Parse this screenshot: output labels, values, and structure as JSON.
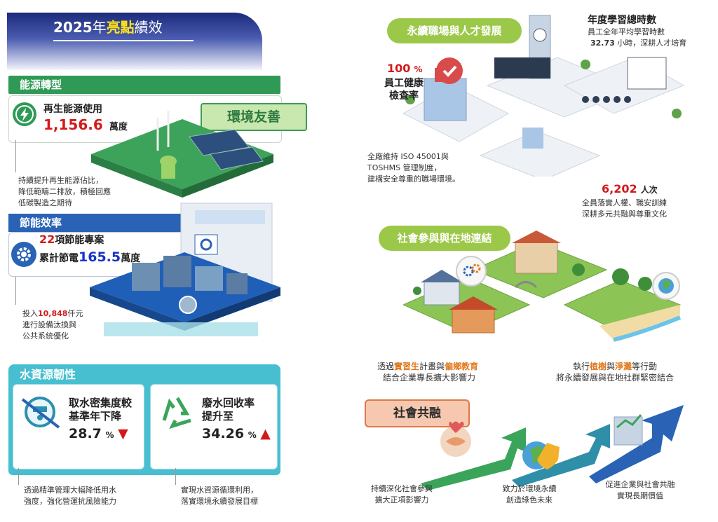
{
  "header": {
    "year": "2025",
    "title_a": "年",
    "title_b": "亮點",
    "title_c": "績效"
  },
  "energy": {
    "section_title": "能源轉型",
    "label": "再生能源使用",
    "value": "1,156.6",
    "unit": "萬度",
    "badge": "環境友善",
    "desc_1": "持續提升再生能源佔比，",
    "desc_2": "降低範疇二排放，積極回應",
    "desc_3": "低碳製造之期待"
  },
  "efficiency": {
    "section_title": "節能效率",
    "projects_value": "22",
    "projects_label": "項節能專案",
    "saving_label": "累計節電",
    "saving_value": "165.5",
    "saving_unit": "萬度",
    "desc_prefix": "投入",
    "desc_value": "10,848",
    "desc_suffix": "仟元",
    "desc_2": "進行設備汰換與",
    "desc_3": "公共系統優化"
  },
  "water": {
    "section_title": "水資源韌性",
    "left_title_1": "取水密集度較",
    "left_title_2": "基準年下降",
    "left_value": "28.7",
    "left_unit": "%",
    "right_title_1": "廢水回收率",
    "right_title_2": "提升至",
    "right_value": "34.26",
    "right_unit": "%",
    "desc_left_1": "透過精準管理大幅降低用水",
    "desc_left_2": "強度，強化營運抗風險能力",
    "desc_right_1": "實現水資源循環利用，",
    "desc_right_2": "落實環境永續發展目標"
  },
  "workplace": {
    "section_title": "永續職場與人才發展",
    "health_value": "100",
    "health_unit": "%",
    "health_label_1": "員工健康",
    "health_label_2": "檢查率",
    "hours_title": "年度學習總時數",
    "hours_line_1": "員工全年平均學習時數",
    "hours_value": "32.73",
    "hours_suffix": "小時，深耕人才培育",
    "iso_1": "全廠維持 ISO 45001與",
    "iso_2": "TOSHMS 管理制度，",
    "iso_3": "建構安全尊重的職場環境。",
    "training_value": "6,202",
    "training_unit": "人次",
    "training_1": "全員落實人權、職安訓練",
    "training_2": "深耕多元共融與尊重文化"
  },
  "community": {
    "section_title": "社會參與與在地連結",
    "left_1a": "透過",
    "left_1b": "實習生",
    "left_1c": "計畫與",
    "left_1d": "偏鄉教育",
    "left_2": "結合企業專長擴大影響力",
    "right_1a": "執行",
    "right_1b": "植樹",
    "right_1c": "與",
    "right_1d": "淨灘",
    "right_1e": "等行動",
    "right_2": "將永續發展與在地社群緊密結合"
  },
  "inclusion": {
    "section_title": "社會共融",
    "a_1": "持續深化社會參與",
    "a_2": "擴大正項影響力",
    "b_1": "致力於環境永續",
    "b_2": "創造綠色未來",
    "c_1": "促進企業與社會共融",
    "c_2": "實現長期價值"
  },
  "colors": {
    "energy": "#2f9a56",
    "efficiency": "#2a63b5",
    "water": "#33b5c7",
    "accent_red": "#d21a1a",
    "accent_blue": "#1733c9",
    "pill_green": "#9cc84a",
    "inclusion_orange": "#f4a07a"
  }
}
